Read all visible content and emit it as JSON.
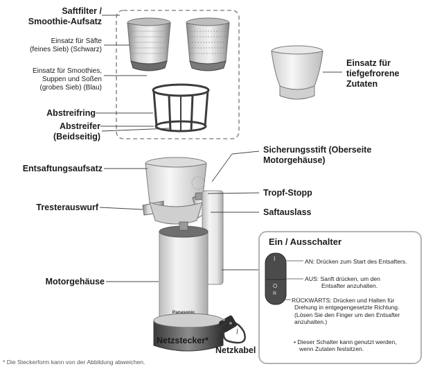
{
  "labels": {
    "saftfilter": [
      "Saftfilter /",
      "Smoothie-Aufsatz"
    ],
    "einsatz_saefte": [
      "Einsatz für Säfte",
      "(feines Sieb) (Schwarz)"
    ],
    "einsatz_smoothies": [
      "Einsatz für Smoothies,",
      "Suppen und Soßen",
      "(grobes Sieb) (Blau)"
    ],
    "abstreifring": "Abstreifring",
    "abstreifer": [
      "Abstreifer",
      "(Beidseitig)"
    ],
    "einsatz_tiefgefroren": [
      "Einsatz für",
      "tiefgefrorene",
      "Zutaten"
    ],
    "sicherungsstift": [
      "Sicherungsstift (Oberseite",
      "Motorgehäuse)"
    ],
    "entsaftungsaufsatz": "Entsaftungsaufsatz",
    "tropf_stopp": "Tropf-Stopp",
    "tresterauswurf": "Tresterauswurf",
    "saftauslass": "Saftauslass",
    "motorgehaeuse": "Motorgehäuse",
    "netzstecker": "Netzstecker*",
    "netzkabel": "Netzkabel"
  },
  "switch_panel": {
    "title": "Ein / Ausschalter",
    "on_text": "AN: Drücken zum Start des Entsafters.",
    "off_text": [
      "AUS:  Sanft drücken, um den",
      "Entsafter anzuhalten."
    ],
    "reverse_text": [
      "RÜCKWÄRTS: Drücken und Halten für",
      "Drehung in entgegengesetzte Richtung.",
      "(Lösen Sie den Finger um den Entsafter",
      "anzuhalten.)"
    ],
    "note": [
      "• Dieser Schalter kann genutzt werden,",
      "wenn Zutaten festsitzen."
    ],
    "switch_symbols": [
      "I",
      "O",
      "R"
    ]
  },
  "device_brand": "Panasonic",
  "footnote": "* Die Steckerform kann von der Abbildung abweichen."
}
